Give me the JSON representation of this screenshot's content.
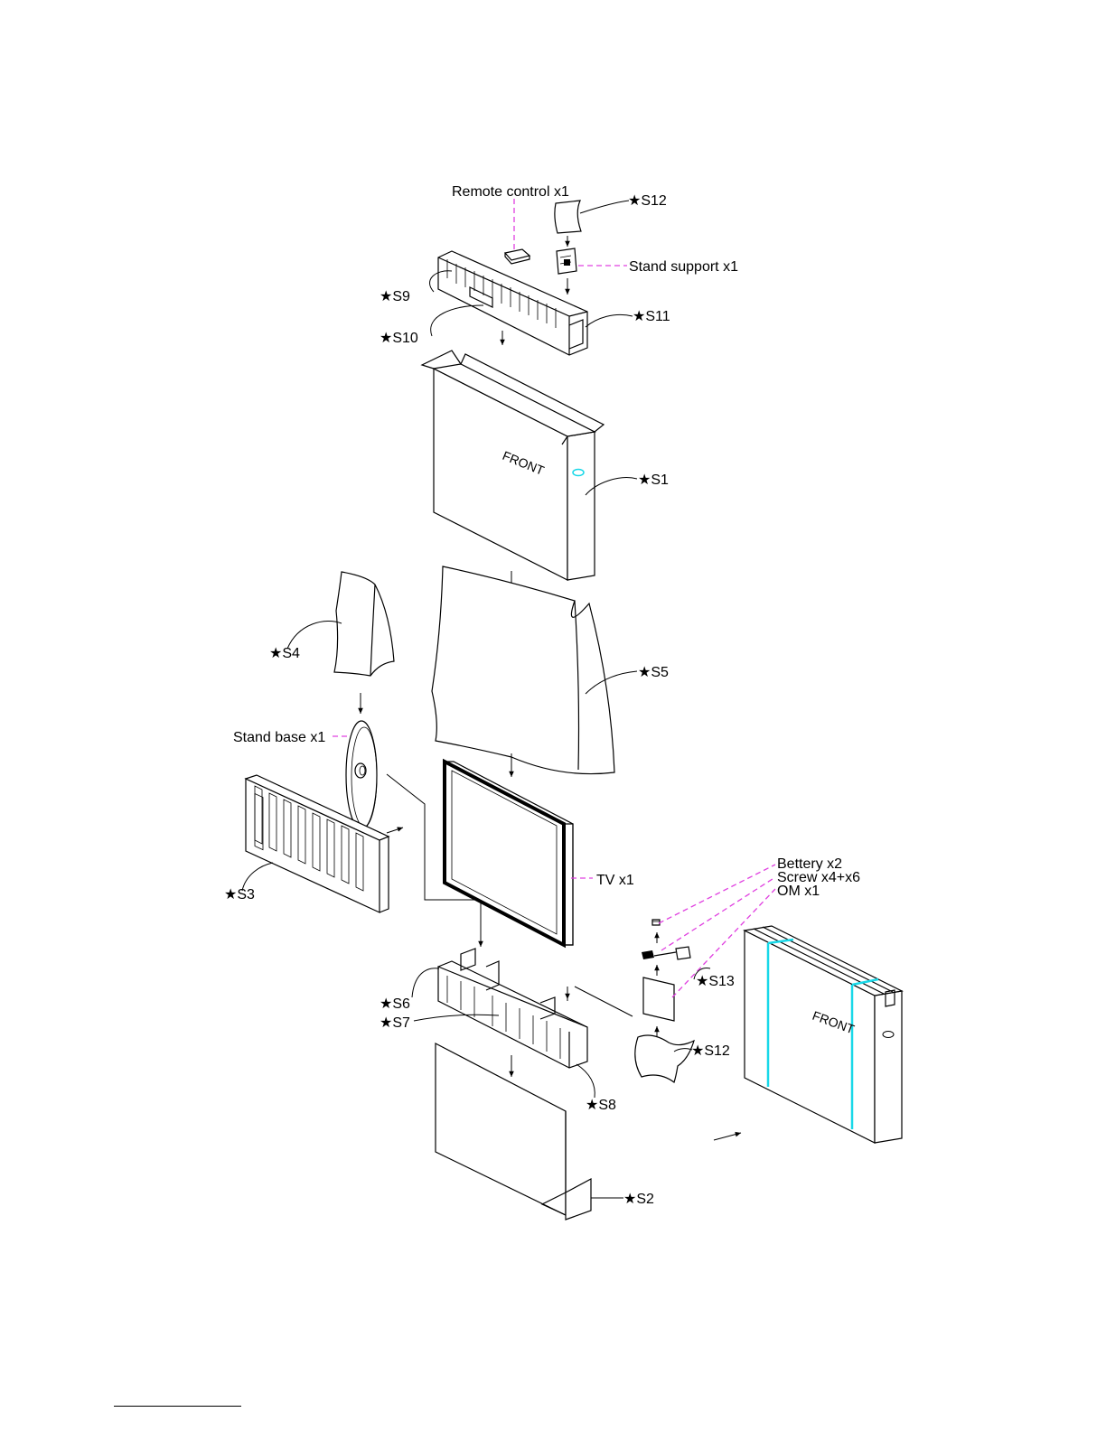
{
  "labels": {
    "remote": "Remote control x1",
    "s12_top": "★S12",
    "stand_support": "Stand support  x1",
    "s9": "★S9",
    "s10": "★S10",
    "s11": "★S11",
    "s1": "★S1",
    "front_box": "FRONT",
    "s4": "★S4",
    "s5": "★S5",
    "stand_base": "Stand base x1",
    "s3": "★S3",
    "tv": "TV x1",
    "battery": "Bettery x2",
    "screw": "Screw  x4+x6",
    "om": "OM x1",
    "s13": "★S13",
    "s6": "★S6",
    "s7": "★S7",
    "s12_bottom": "★S12",
    "s8": "★S8",
    "s2": "★S2",
    "front_packed": "FRONT"
  },
  "colors": {
    "callout_dash": "#e040e0",
    "tape": "#18d8e8"
  }
}
